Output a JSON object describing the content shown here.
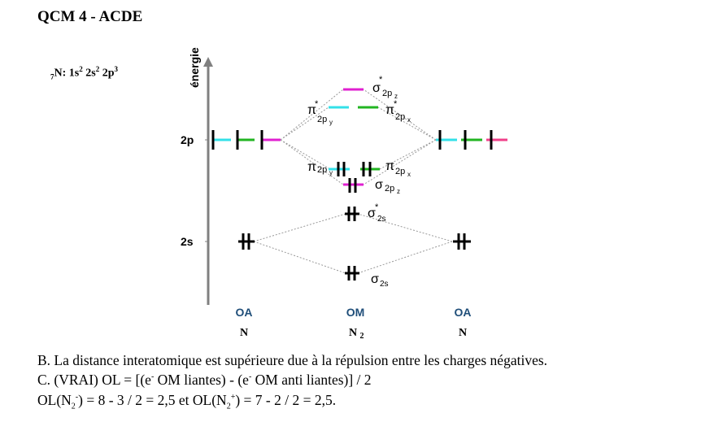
{
  "title": "QCM 4 - ACDE",
  "config": {
    "prefix": "7",
    "element": "N: 1s",
    "e1": "2",
    "m1": " 2s",
    "e2": "2",
    "m2": " 2p",
    "e3": "3"
  },
  "diagram": {
    "axis_label": "énergie",
    "level_2p": "2p",
    "level_2s": "2s",
    "sigma_star_2pz": {
      "sym": "σ",
      "sup": "*",
      "sub": "2p",
      "subsub": "z"
    },
    "pi_star_2py": {
      "sym": "π",
      "sup": "*",
      "sub": "2p",
      "subsub": "y"
    },
    "pi_star_2px": {
      "sym": "π",
      "sup": "*",
      "sub": "2p",
      "subsub": "x"
    },
    "pi_2py": {
      "sym": "π",
      "sub": "2p",
      "subsub": "y"
    },
    "pi_2px": {
      "sym": "π",
      "sub": "2p",
      "subsub": "x"
    },
    "sigma_2pz": {
      "sym": "σ",
      "sub": "2p",
      "subsub": "z"
    },
    "sigma_star_2s": {
      "sym": "σ",
      "sup": "*",
      "sub": "2s"
    },
    "sigma_2s": {
      "sym": "σ",
      "sub": "2s"
    },
    "col_left": "OA",
    "col_mid": "OM",
    "col_right": "OA",
    "atom_left": "N",
    "atom_mid": "N",
    "atom_mid_sub": "2",
    "atom_right": "N",
    "colors": {
      "cyan": "#33e0e8",
      "green": "#22b522",
      "magenta": "#e020d0",
      "pink": "#f0408a",
      "axis": "#808080",
      "ol_blue": "#1f4e79"
    }
  },
  "lines": {
    "b": "B. La distance interatomique est supérieure due à la répulsion entre les charges négatives.",
    "c1": "C. (VRAI) OL = [(e",
    "c_sup1": "-",
    "c2": " OM liantes) - (e",
    "c_sup2": "-",
    "c3": " OM anti liantes)] / 2",
    "d1": "OL(N",
    "d_sub1": "2",
    "d_sup1": "-",
    "d2": ") = 8 - 3 / 2 = 2,5 et OL(N",
    "d_sub2": "2",
    "d_sup2": "+",
    "d3": ") = 7 - 2 / 2 = 2,5."
  }
}
